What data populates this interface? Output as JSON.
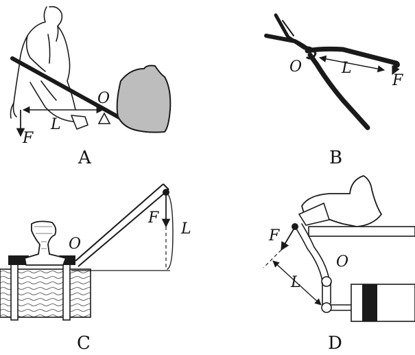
{
  "panels": [
    {
      "caption": "A",
      "labels": {
        "force": "F",
        "arm": "L",
        "pivot": "O"
      }
    },
    {
      "caption": "B",
      "labels": {
        "force": "F",
        "arm": "L",
        "pivot": "O"
      }
    },
    {
      "caption": "C",
      "labels": {
        "force": "F",
        "arm": "L",
        "pivot": "O"
      }
    },
    {
      "caption": "D",
      "labels": {
        "force": "F",
        "arm": "L",
        "pivot": "O"
      }
    }
  ],
  "colors": {
    "ink": "#1a1a1a",
    "rock_fill": "#bdbdbd",
    "background": "#ffffff"
  }
}
